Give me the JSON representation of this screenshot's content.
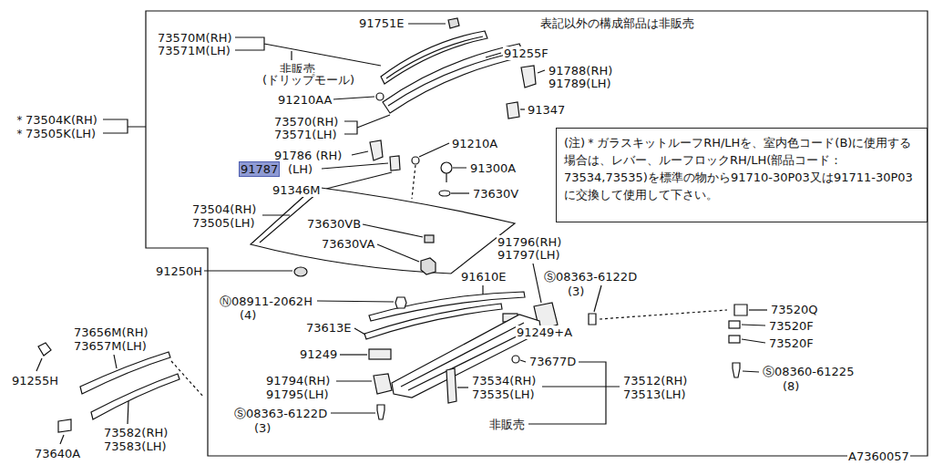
{
  "diagram": {
    "nodes": [
      {
        "text": [
          "(注)＊ガラスキットルーフRH/LHを、室内色コード(B)に使用する場合は、レバー、ルーフロックRH/LH(部品コード：73534,73535)を標準の物から91710-30P03又は91711-30P03に交換して使用して下さい。"
        ]
      }
    ],
    "labels": [
      "91751E",
      "表記以外の構成部品は非販売",
      "73570M(RH)",
      "73571M(LH)",
      "非販売",
      "(ドリップモール)",
      "91255F",
      "91788(RH)",
      "91789(LH)",
      "91210AA",
      "91347",
      "73570(RH)",
      "73571(LH)",
      "＊73504K(RH)",
      "＊73505K(LH)",
      "91786 (RH)",
      "91787",
      "(LH)",
      "91210A",
      "91300A",
      "91346M",
      "73630V",
      "73504(RH)",
      "73505(LH)",
      "73630VB",
      "73630VA",
      "91250H",
      "91796(RH)",
      "91797(LH)",
      "Ⓢ08363-6122D",
      "(3)",
      "91610E",
      "Ⓝ08911-2062H",
      "(4)",
      "73613E",
      "91249+A",
      "73520Q",
      "73520F",
      "73520F",
      "73656M(RH)",
      "73657M(LH)",
      "91249",
      "73677D",
      "Ⓢ08360-61225",
      "(8)",
      "91255H",
      "91794(RH)",
      "91795(LH)",
      "73534(RH)",
      "73535(LH)",
      "73512(RH)",
      "73513(LH)",
      "Ⓢ08363-6122D",
      "(3)",
      "非販売",
      "73582(RH)",
      "73583(LH)",
      "73640A",
      "A7360057"
    ]
  }
}
